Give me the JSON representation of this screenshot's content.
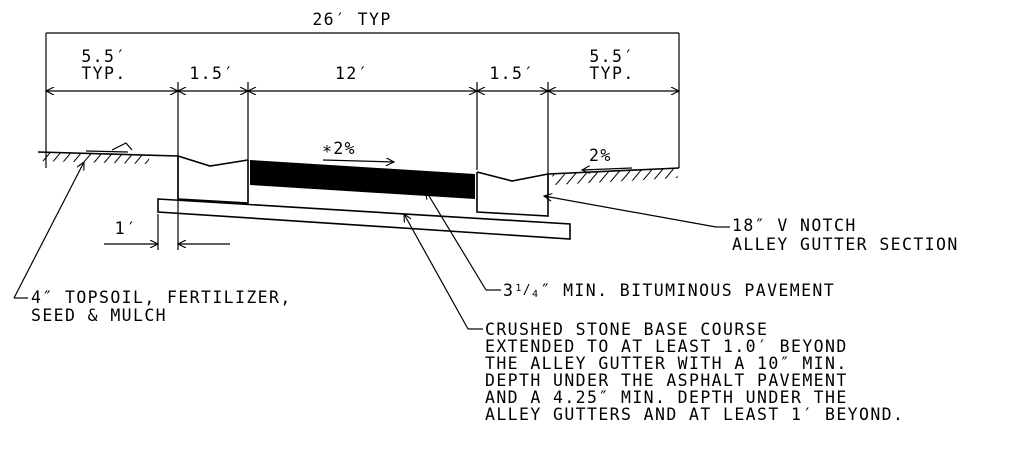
{
  "dimensions": {
    "overall": "26′ TYP",
    "left_shoulder_value": "5.5′",
    "left_shoulder_note": "TYP.",
    "left_gutter": "1.5′",
    "pavement": "12′",
    "right_gutter": "1.5′",
    "right_shoulder_value": "5.5′",
    "right_shoulder_note": "TYP.",
    "base_offset": "1′"
  },
  "slopes": {
    "pavement_slope": "∗2%",
    "shoulder_slope": "2%"
  },
  "callouts": {
    "gutter_line1": "18″ V NOTCH",
    "gutter_line2": "ALLEY GUTTER SECTION",
    "pavement_pre": "3",
    "pavement_frac_num": "1",
    "pavement_frac_slash": "/",
    "pavement_frac_den": "4",
    "pavement_post": "″ MIN. BITUMINOUS PAVEMENT",
    "topsoil_line1": "4″ TOPSOIL, FERTILIZER,",
    "topsoil_line2": "SEED & MULCH",
    "base_lines": [
      "CRUSHED STONE BASE COURSE",
      "EXTENDED TO AT LEAST 1.0′ BEYOND",
      "THE ALLEY GUTTER WITH A 10″ MIN.",
      "DEPTH UNDER THE ASPHALT PAVEMENT",
      "AND A 4.25″ MIN. DEPTH UNDER THE",
      "ALLEY GUTTERS AND AT LEAST 1′ BEYOND."
    ]
  },
  "colors": {
    "ink": "#000000",
    "paper": "#ffffff"
  }
}
